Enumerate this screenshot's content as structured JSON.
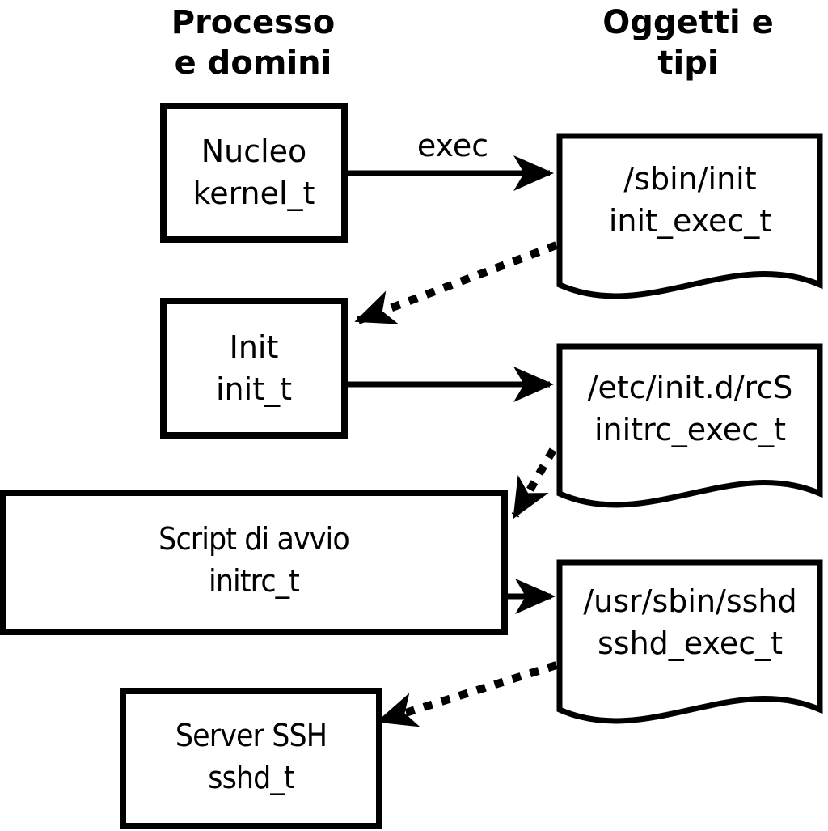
{
  "headers": {
    "left": {
      "line1": "Processo",
      "line2": "e domini"
    },
    "right": {
      "line1": "Oggetti e",
      "line2": "tipi"
    }
  },
  "labels": {
    "exec": "exec"
  },
  "processes": [
    {
      "name": "Nucleo",
      "domain": "kernel_t"
    },
    {
      "name": "Init",
      "domain": "init_t"
    },
    {
      "name": "Script di avvio",
      "domain": "initrc_t"
    },
    {
      "name": "Server SSH",
      "domain": "sshd_t"
    }
  ],
  "objects": [
    {
      "path": "/sbin/init",
      "type": "init_exec_t"
    },
    {
      "path": "/etc/init.d/rcS",
      "type": "initrc_exec_t"
    },
    {
      "path": "/usr/sbin/sshd",
      "type": "sshd_exec_t"
    }
  ],
  "colors": {
    "line": "#000000",
    "fill": "#ffffff"
  }
}
